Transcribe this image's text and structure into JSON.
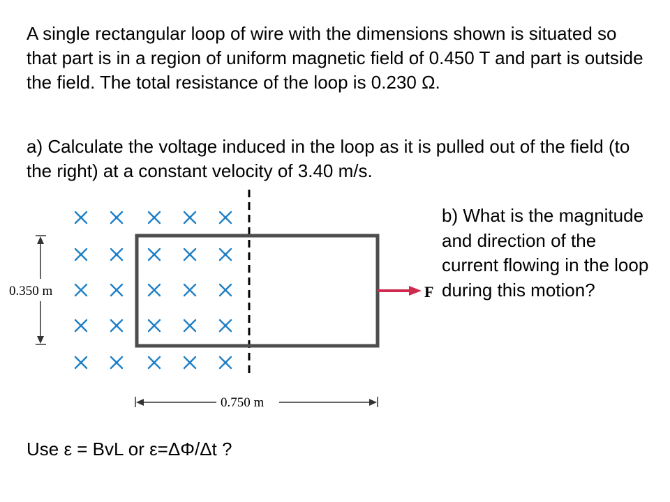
{
  "problem": {
    "intro": "A single rectangular loop of wire with the dimensions shown is situated so that part is in a region of uniform magnetic field of 0.450 T and part is outside the field.  The total resistance of the loop is 0.230 Ω.",
    "part_a": "a) Calculate the voltage induced in the loop as it is pulled out of the field (to the right) at a constant velocity of 3.40 m/s.",
    "part_b": "b) What is the magnitude and direction of the current flowing in the loop during this motion?",
    "hint": "Use  ε = BvL or  ε=ΔΦ/Δt ?"
  },
  "diagram": {
    "height_label": "0.350 m",
    "width_label": "0.750 m",
    "force_label": "F",
    "field_symbol": "×",
    "colors": {
      "field": "#1f7fc6",
      "loop": "#4d4d4d",
      "force_arrow": "#cf2b4f",
      "dimension": "#333333"
    }
  }
}
